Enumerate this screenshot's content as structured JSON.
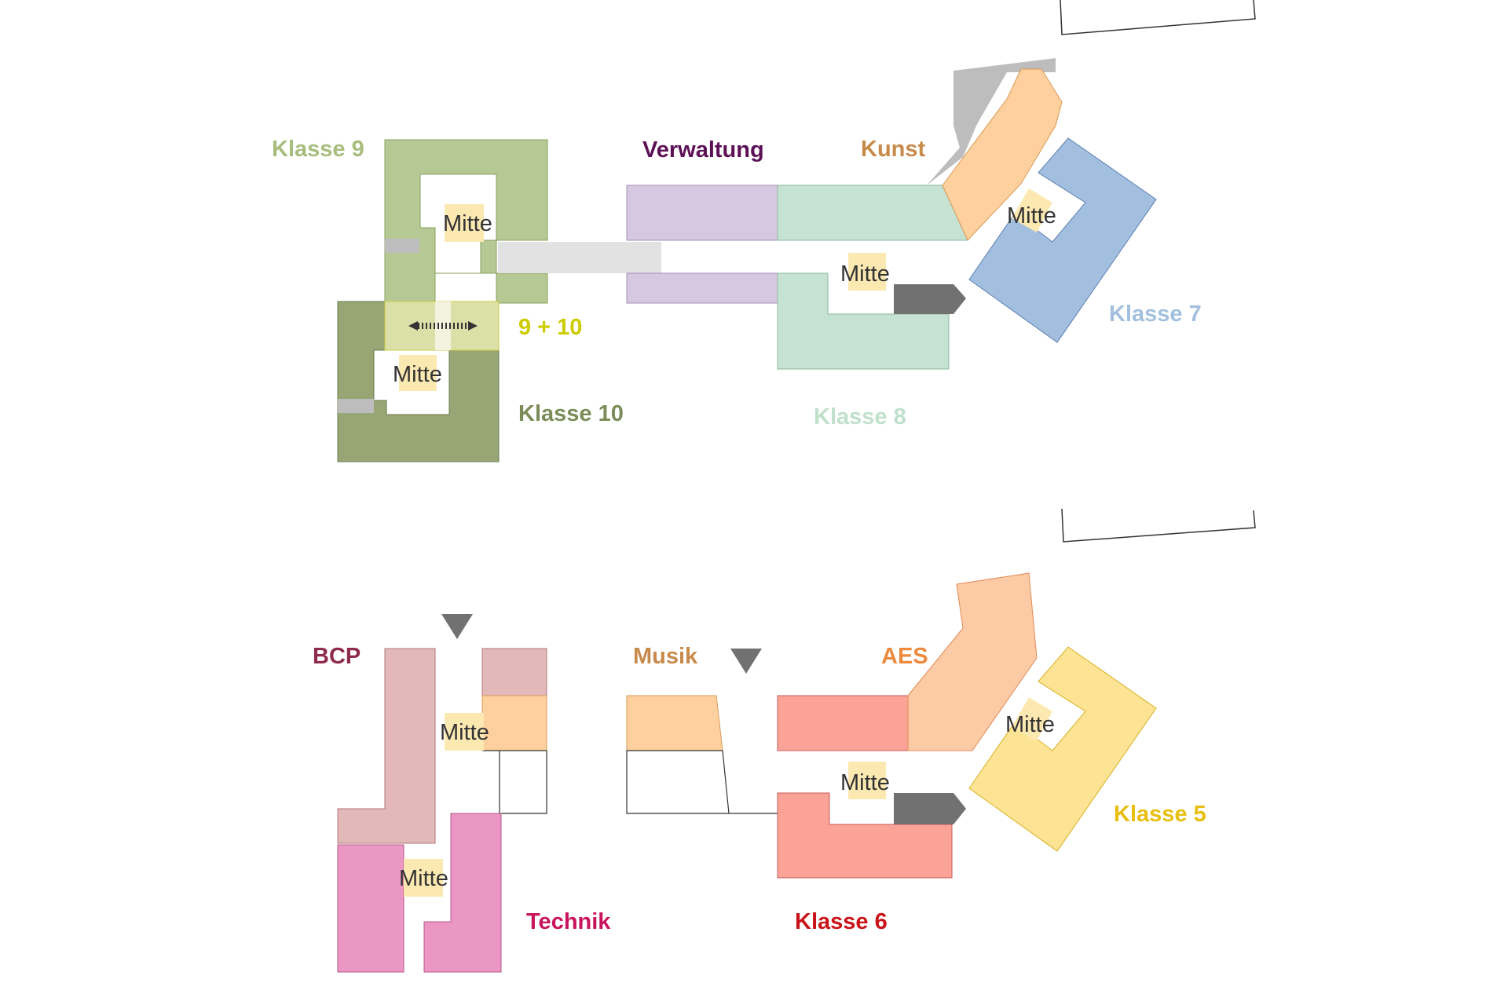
{
  "colors": {
    "klasse9": "#b6c893",
    "klasse10": "#98a575",
    "shared": "#dbe0a8",
    "verwaltung": "#d6c8e0",
    "klasse8": "#c6e2d2",
    "kunst": "#fdd09e",
    "klasse7": "#a3bfe0",
    "bcp": "#e2b8b9",
    "technik": "#ea97c3",
    "musik": "#fdd09e",
    "aes": "#fccba6",
    "klasse6": "#fba397",
    "klasse5": "#fce494",
    "mitte": "#fce9b2",
    "dark": "#717171",
    "corridor": "#e2e2e2",
    "gray": "#bdbdbd"
  },
  "upper": {
    "klasse9": "Klasse 9",
    "verwaltung": "Verwaltung",
    "kunst": "Kunst",
    "klasse7": "Klasse 7",
    "shared": "9 + 10",
    "klasse10": "Klasse 10",
    "klasse8": "Klasse 8",
    "label_colors": {
      "klasse9": "#a6bd7c",
      "verwaltung": "#5c1055",
      "kunst": "#c88a4b",
      "klasse7": "#a2c0de",
      "shared": "#cccc00",
      "klasse10": "#7b8c58",
      "klasse8": "#c0e0cc"
    }
  },
  "lower": {
    "bcp": "BCP",
    "musik": "Musik",
    "aes": "AES",
    "klasse5": "Klasse 5",
    "technik": "Technik",
    "klasse6": "Klasse 6",
    "label_colors": {
      "bcp": "#8e2a4a",
      "musik": "#c88a4b",
      "aes": "#ec8a3e",
      "klasse5": "#e8be10",
      "technik": "#c8145c",
      "klasse6": "#c81418"
    }
  },
  "mitte": "Mitte",
  "icons": {
    "double_arrow": "double-arrow-icon",
    "entrance": "entrance-triangle-icon"
  }
}
